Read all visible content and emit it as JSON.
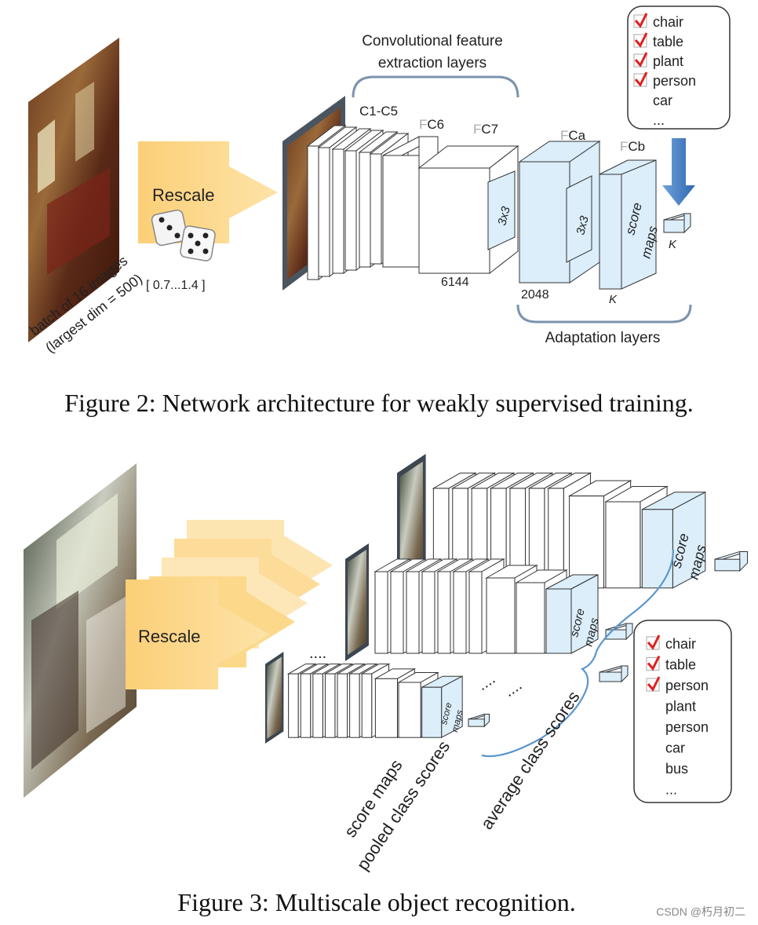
{
  "fig2": {
    "caption": "Figure 2: Network architecture for weakly supervised training.",
    "conv_label_1": "Convolutional feature",
    "conv_label_2": "extraction layers",
    "c1c5": "C1-C5",
    "fc6": "C6",
    "fc7": "C7",
    "fca": "Ca",
    "fcb": "Cb",
    "f_letter": "F",
    "dim_6144": "6144",
    "dim_2048": "2048",
    "dim_k1": "K",
    "dim_k2": "K",
    "kernel_1": "3x3",
    "kernel_2": "3x3",
    "score_1": "score",
    "score_2": "maps",
    "rescale": "Rescale",
    "range": "[ 0.7...1.4 ]",
    "batch_1": "batch of 16 images",
    "batch_2": "(largest dim = 500)",
    "adaptation": "Adaptation layers",
    "classes": [
      {
        "label": "chair",
        "checked": true
      },
      {
        "label": "table",
        "checked": true
      },
      {
        "label": "plant",
        "checked": true
      },
      {
        "label": "person",
        "checked": true
      },
      {
        "label": "car",
        "checked": false
      },
      {
        "label": "...",
        "checked": false
      }
    ]
  },
  "fig3": {
    "caption": "Figure 3: Multiscale object recognition.",
    "rescale": "Rescale",
    "dots_1": "....",
    "dots_2": "....",
    "dots_3": "....",
    "score_a1": "score",
    "score_a2": "maps",
    "score_b1": "score",
    "score_b2": "maps",
    "score_c1": "score",
    "score_c2": "maps",
    "rot_score": "score maps",
    "rot_pooled": "pooled class scores",
    "rot_average": "average class scores",
    "classes": [
      {
        "label": "chair",
        "checked": true
      },
      {
        "label": "table",
        "checked": true
      },
      {
        "label": "person",
        "checked": true
      },
      {
        "label": "plant",
        "checked": false
      },
      {
        "label": "person",
        "checked": false
      },
      {
        "label": "car",
        "checked": false
      },
      {
        "label": "bus",
        "checked": false
      },
      {
        "label": "...",
        "checked": false
      }
    ]
  },
  "watermark": "CSDN @朽月初二",
  "colors": {
    "box_fill": "#ffffff",
    "adapt_fill": "#dbeefa",
    "rescale_fill": "#fcd88a",
    "arrow_blue": "#3a78c2",
    "bracket": "#7c93ad",
    "check_red": "#e02020"
  }
}
